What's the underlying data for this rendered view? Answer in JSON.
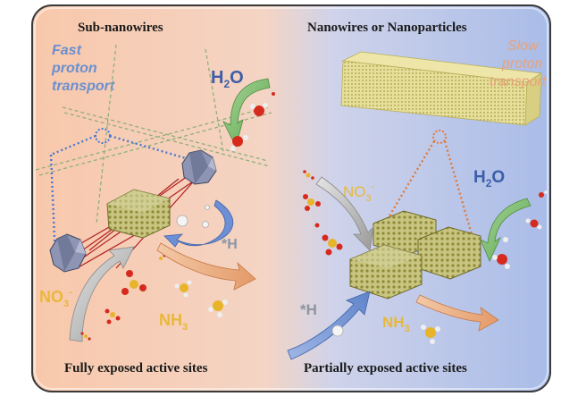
{
  "left": {
    "heading": "Sub-nanowires",
    "proton_label_1": "Fast",
    "proton_label_2": "proton",
    "proton_label_3": "transport",
    "water": "H",
    "water_sub": "2",
    "water_end": "O",
    "nitrate": "NO",
    "nitrate_sub": "3",
    "nitrate_sup": "-",
    "hydrogen": "*H",
    "ammonia": "NH",
    "ammonia_sub": "3",
    "footer": "Fully exposed active sites"
  },
  "right": {
    "heading": "Nanowires or Nanoparticles",
    "proton_label_1": "Slow",
    "proton_label_2": "proton",
    "proton_label_3": "transport",
    "water": "H",
    "water_sub": "2",
    "water_end": "O",
    "nitrate": "NO",
    "nitrate_sub": "3",
    "nitrate_sup": "-",
    "hydrogen": "*H",
    "ammonia": "NH",
    "ammonia_sub": "3",
    "footer": "Partially exposed active sites"
  },
  "colors": {
    "left_bg": "#f6cdb4",
    "right_bg": "#bcc9ea",
    "fast_label": "#6a8fd0",
    "slow_label": "#e8a27a",
    "chemical_label": "#e9b838",
    "water_label": "#3d5ea8",
    "hydrogen_label": "#8e95a3"
  }
}
